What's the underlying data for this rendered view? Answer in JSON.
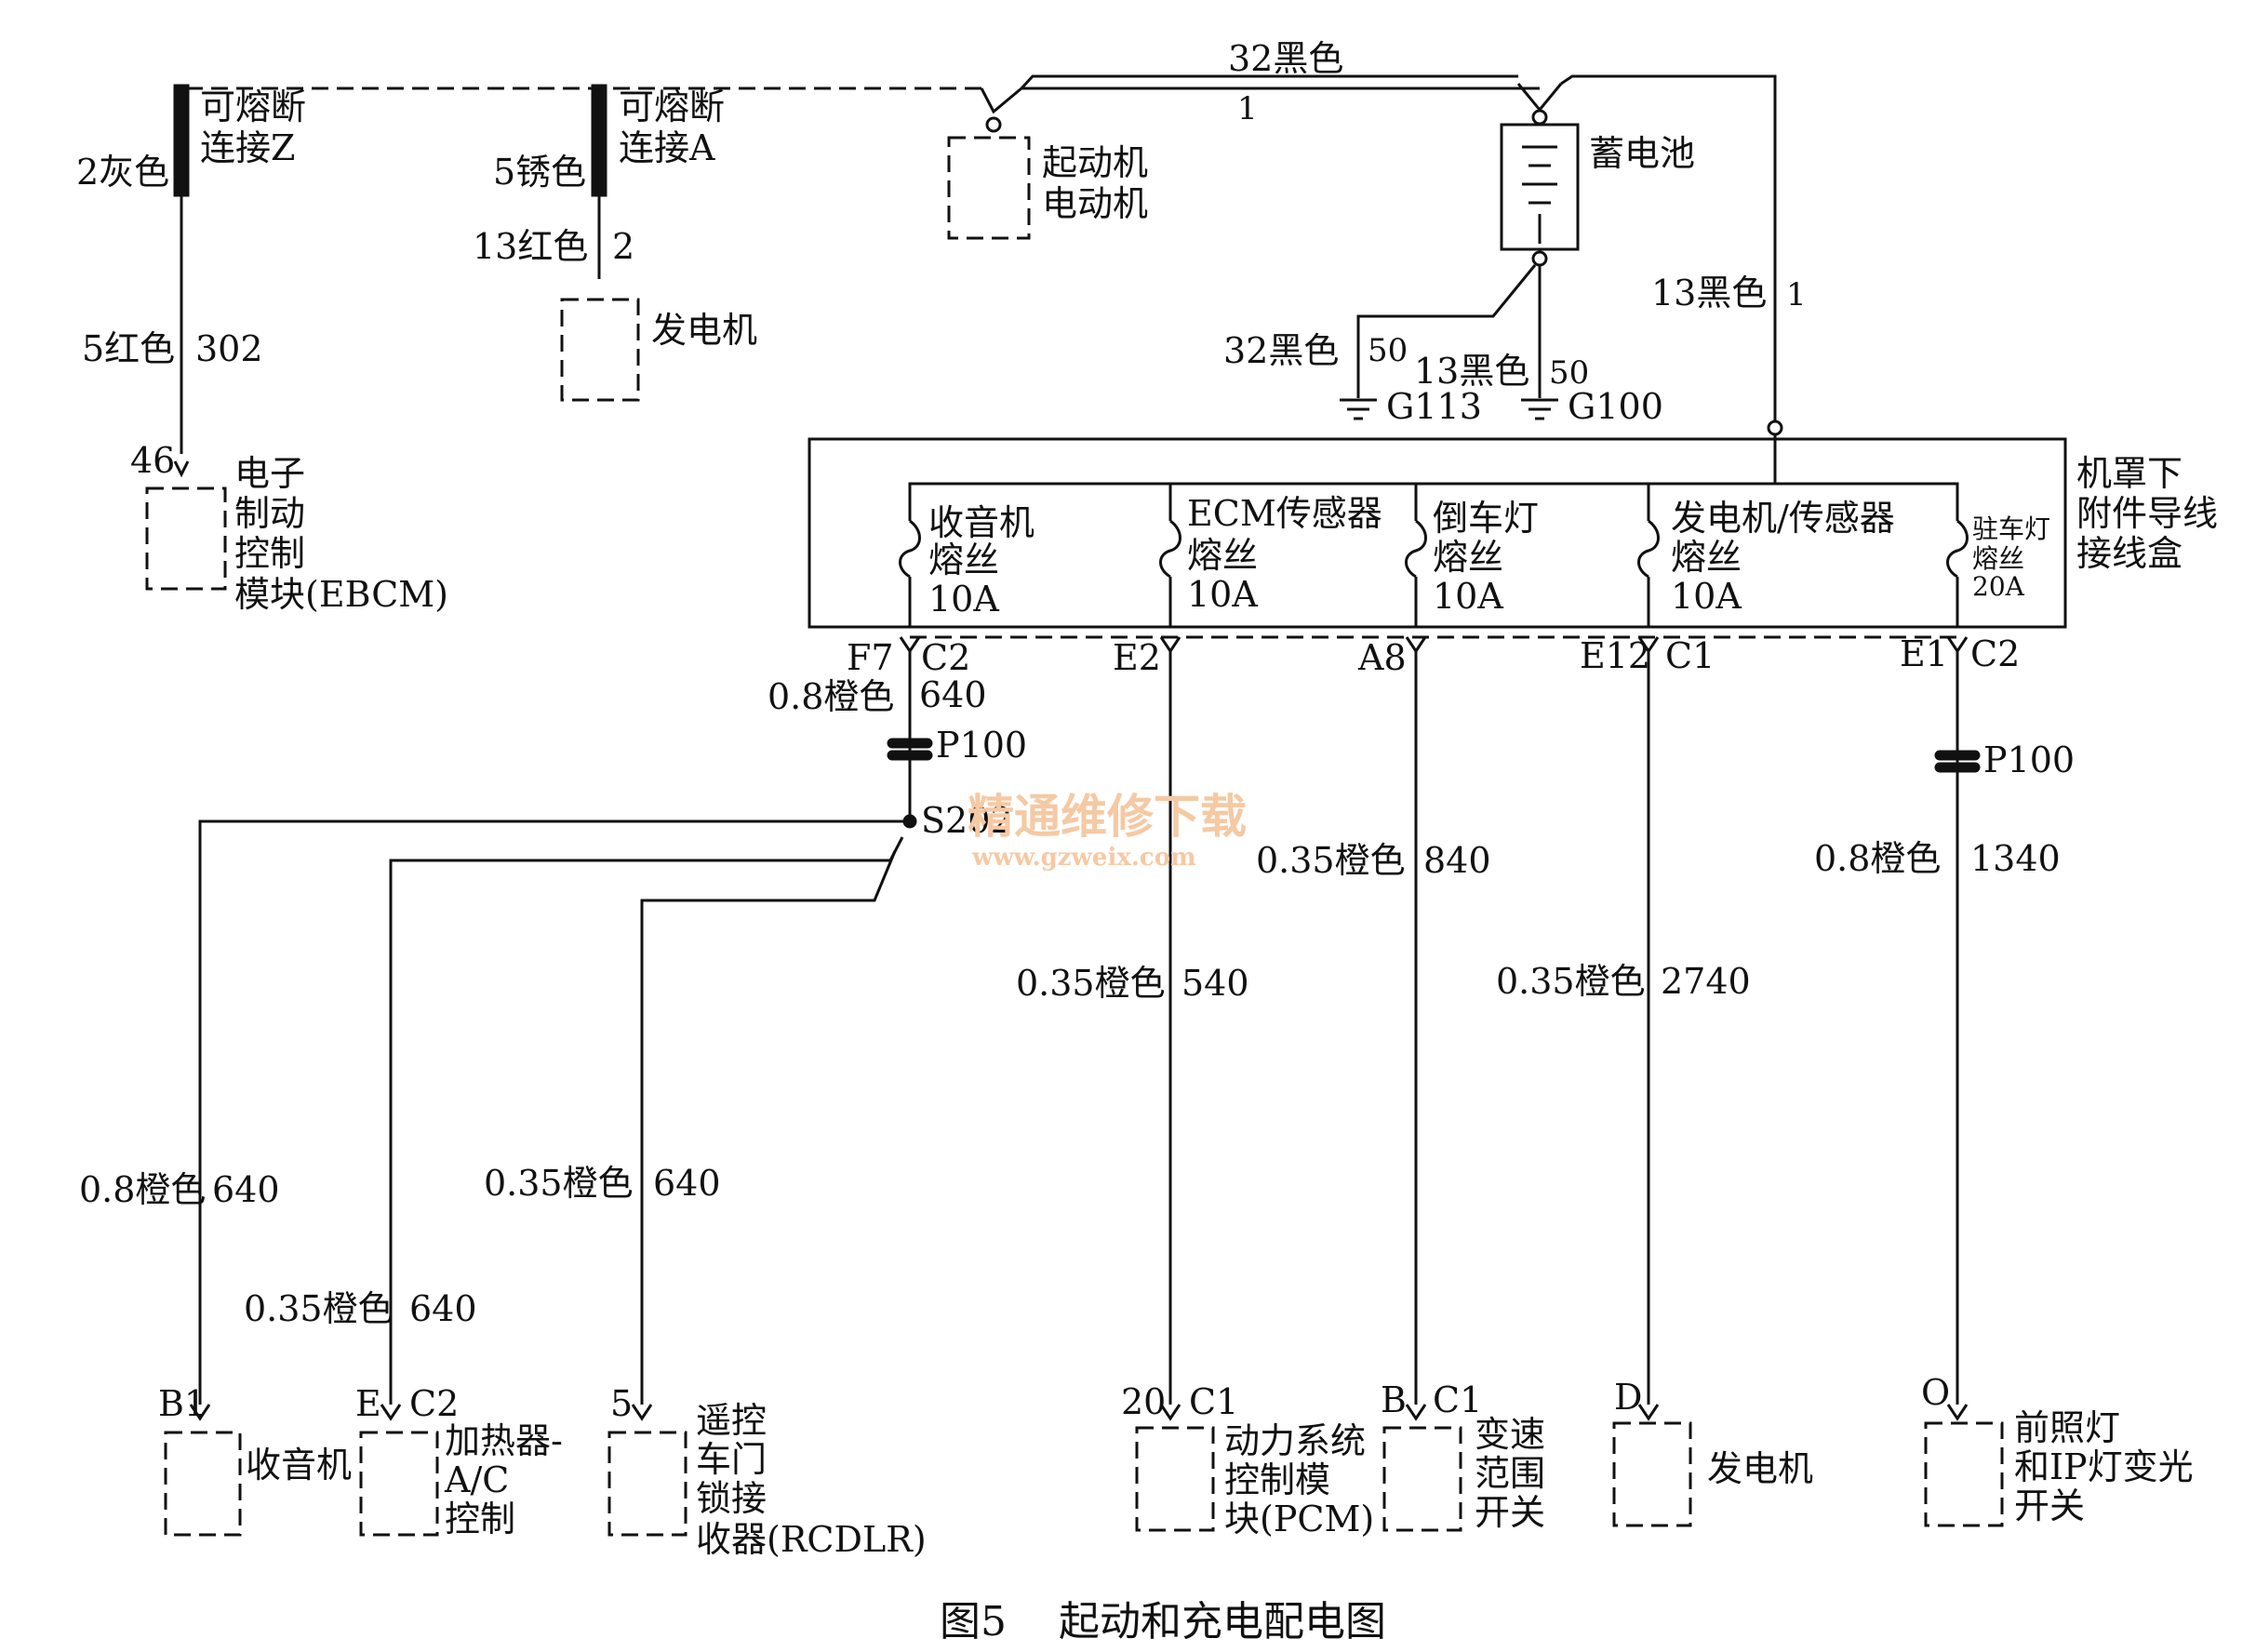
{
  "fusible_link_z": {
    "title": [
      "可熔断",
      "连接Z"
    ],
    "wire_top": "2灰色",
    "wire_color": "5红色",
    "circuit": "302"
  },
  "ebcm": {
    "pin": "46",
    "name": [
      "电子",
      "制动",
      "控制",
      "模块(EBCM)"
    ]
  },
  "fusible_link_a": {
    "title": [
      "可熔断",
      "连接A"
    ],
    "wire_top": "5锈色",
    "wire_color": "13红色",
    "circuit": "2"
  },
  "generator_top": {
    "name": "发电机"
  },
  "starter": {
    "name": [
      "起动机",
      "电动机"
    ]
  },
  "battery": {
    "name": "蓄电池",
    "top_wire": "32黑色",
    "top_circuit": "1",
    "right_wire": "13黑色",
    "right_circuit": "1"
  },
  "grounds": {
    "g113": {
      "wire": "32黑色",
      "circuit": "50",
      "label": "G113"
    },
    "g100": {
      "wire": "13黑色",
      "circuit": "50",
      "label": "G100"
    }
  },
  "junction_block": {
    "name": [
      "机罩下",
      "附件导线",
      "接线盒"
    ]
  },
  "fuses": [
    {
      "name": [
        "收音机",
        "熔丝",
        "10A"
      ]
    },
    {
      "name": [
        "ECM传感器",
        "熔丝",
        "10A"
      ]
    },
    {
      "name": [
        "倒车灯",
        "熔丝",
        "10A"
      ]
    },
    {
      "name": [
        "发电机/传感器",
        "熔丝",
        "10A"
      ]
    },
    {
      "name": [
        "驻车灯",
        "熔丝",
        "20A"
      ]
    }
  ],
  "connectors": {
    "f7": "F7",
    "c2a": "C2",
    "e2": "E2",
    "a8": "A8",
    "e12": "E12",
    "c1": "C1",
    "e1": "E1",
    "c2b": "C2",
    "p100a": "P100",
    "p100b": "P100",
    "s202": "S202"
  },
  "wires": {
    "radio_feed": {
      "color": "0.8橙色",
      "circuit": "640"
    },
    "radio_branch": {
      "color": "0.8橙色",
      "circuit": "640"
    },
    "hvac_branch": {
      "color": "0.35橙色",
      "circuit": "640"
    },
    "rcdlr_branch": {
      "color": "0.35橙色",
      "circuit": "640"
    },
    "ecm_wire": {
      "color": "0.35橙色",
      "circuit": "540"
    },
    "backup_wire": {
      "color": "0.35橙色",
      "circuit": "840"
    },
    "gen_wire": {
      "color": "0.35橙色",
      "circuit": "2740"
    },
    "park_wire": {
      "color": "0.8橙色",
      "circuit": "1340"
    }
  },
  "loads": [
    {
      "pin": "B1",
      "conn": "",
      "name": [
        "收音机"
      ]
    },
    {
      "pin": "E",
      "conn": "C2",
      "name": [
        "加热器-",
        "A/C",
        "控制"
      ]
    },
    {
      "pin": "5",
      "conn": "",
      "name": [
        "遥控",
        "车门",
        "锁接",
        "收器(RCDLR)"
      ]
    },
    {
      "pin": "20",
      "conn": "C1",
      "name": [
        "动力系统",
        "控制模",
        "块(PCM)"
      ]
    },
    {
      "pin": "B",
      "conn": "C1",
      "name": [
        "变速",
        "范围",
        "开关"
      ]
    },
    {
      "pin": "D",
      "conn": "",
      "name": [
        "发电机"
      ]
    },
    {
      "pin": "O",
      "conn": "",
      "name": [
        "前照灯",
        "和IP灯变光",
        "开关"
      ]
    }
  ],
  "watermark": {
    "text": "精通维修下载",
    "url": "www.gzweix.com"
  },
  "caption": {
    "fig": "图5",
    "title": "起动和充电配电图"
  }
}
